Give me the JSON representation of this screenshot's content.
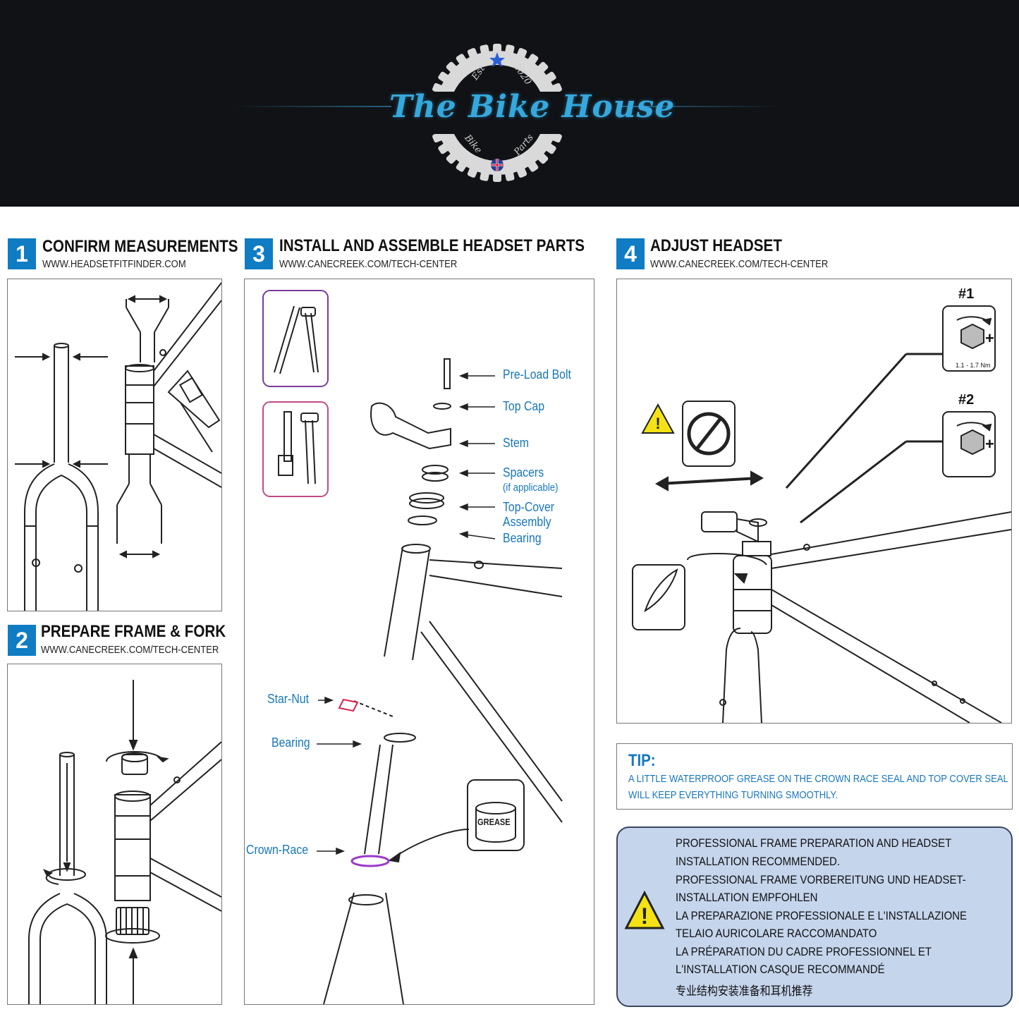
{
  "brand": {
    "name": "The Bike House",
    "est_label": "Est",
    "year": "2020",
    "word_left": "Bike",
    "word_right": "Parts"
  },
  "steps": [
    {
      "number": "1",
      "title": "CONFIRM MEASUREMENTS",
      "url": "WWW.HEADSETFITFINDER.COM"
    },
    {
      "number": "2",
      "title": "PREPARE FRAME & FORK",
      "url": "WWW.CANECREEK.COM/TECH-CENTER"
    },
    {
      "number": "3",
      "title": "INSTALL AND ASSEMBLE HEADSET PARTS",
      "url": "WWW.CANECREEK.COM/TECH-CENTER"
    },
    {
      "number": "4",
      "title": "ADJUST HEADSET",
      "url": "WWW.CANECREEK.COM/TECH-CENTER"
    }
  ],
  "parts_labels": {
    "preload_bolt": "Pre-Load Bolt",
    "top_cap": "Top Cap",
    "stem": "Stem",
    "spacers": "Spacers",
    "spacers_note": "(if applicable)",
    "top_cover_1": "Top-Cover",
    "top_cover_2": "Assembly",
    "bearing_upper": "Bearing",
    "star_nut": "Star-Nut",
    "bearing_lower": "Bearing",
    "crown_race": "Crown-Race",
    "grease": "GREASE"
  },
  "adjust": {
    "step1_label": "#1",
    "step2_label": "#2",
    "torque": "1.1 - 1.7 Nm",
    "plus": "+"
  },
  "tip": {
    "title": "TIP:",
    "line1": "A LITTLE WATERPROOF GREASE ON THE CROWN RACE SEAL AND TOP COVER SEAL",
    "line2": "WILL KEEP EVERYTHING TURNING SMOOTHLY."
  },
  "warning": {
    "lines": [
      "PROFESSIONAL FRAME PREPARATION AND HEADSET",
      "INSTALLATION RECOMMENDED.",
      "PROFESSIONAL FRAME VORBEREITUNG UND HEADSET-",
      "INSTALLATION EMPFOHLEN",
      "LA PREPARAZIONE PROFESSIONALE E L'INSTALLAZIONE",
      "TELAIO AURICOLARE RACCOMANDATO",
      "LA PRÉPARATION DU CADRE PROFESSIONNEL ET",
      "L'INSTALLATION CASQUE RECOMMANDÉ",
      "专业结构安装准备和耳机推荐"
    ]
  },
  "colors": {
    "accent_blue": "#0f7cc3",
    "label_blue": "#1677bd",
    "header_bg": "#101215",
    "warning_bg": "#c5d5ec"
  }
}
